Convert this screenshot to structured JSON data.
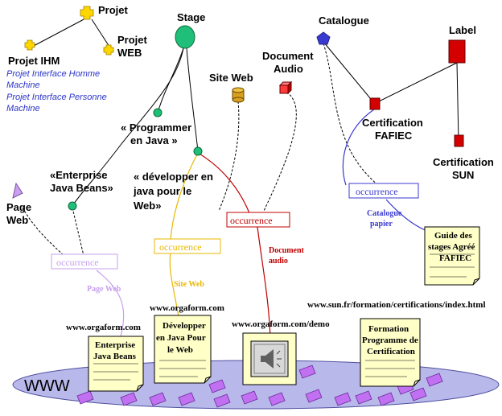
{
  "topics": {
    "projet": "Projet",
    "projet_ihm": "Projet IHM",
    "projet_web_1": "Projet",
    "projet_web_2": "WEB",
    "stage": "Stage",
    "catalogue": "Catalogue",
    "label": "Label",
    "site_web": "Site Web",
    "document_audio_1": "Document",
    "document_audio_2": "Audio",
    "page_web_1": "Page",
    "page_web_2": "Web",
    "programmer_1": "« Programmer",
    "programmer_2": "en Java »",
    "developper_1": "« développer en",
    "developper_2": "java pour le",
    "developper_3": "Web»",
    "ejb_1": "«Enterprise",
    "ejb_2": "Java Beans»",
    "cert_fafiec_1": "Certification",
    "cert_fafiec_2": "FAFIEC",
    "cert_sun_1": "Certification",
    "cert_sun_2": "SUN"
  },
  "variants": {
    "ihm_1": "Projet Interface Homme",
    "ihm_2": "Machine",
    "ihm_3": "Projet Interface Personne",
    "ihm_4": "Machine"
  },
  "occurrences": {
    "occ_catalogue": "occurrence",
    "occ_audio": "occurrence",
    "occ_site": "occurrence",
    "occ_page": "occurrence"
  },
  "roles": {
    "catalogue_papier_1": "Catalogue",
    "catalogue_papier_2": "papier",
    "document_audio_1": "Document",
    "document_audio_2": "audio",
    "site_web": "Site Web",
    "page_web": "Page Web"
  },
  "resources": {
    "guide_1": "Guide des",
    "guide_2": "stages Agréé",
    "guide_3": "FAFIEC",
    "ejb_doc_1": "Enterprise",
    "ejb_doc_2": "Java Beans",
    "dev_doc_1": "Développer",
    "dev_doc_2": "en Java Pour",
    "dev_doc_3": "le Web",
    "formation_1": "Formation",
    "formation_2": "Programme de",
    "formation_3": "Certification"
  },
  "urls": {
    "orgaform_1": "www.orgaform.com",
    "orgaform_2": "www.orgaform.com",
    "orgaform_demo": "www.orgaform.com/demo",
    "sun": "www.sun.fr/formation/certifications/index.html"
  },
  "www_label": "WWW",
  "colors": {
    "topic_yellow": "#ffd700",
    "stage_green": "#1fbf7a",
    "catalogue_blue": "#3a3ad0",
    "label_red": "#d40000",
    "audio_red": "#ff3b3b",
    "site_tan": "#d9a020",
    "page_lilac": "#c9a0f0",
    "web_blue": "#b9b9ec",
    "doc_yellow": "#ffffc8",
    "role_purple": "#c060e0"
  }
}
